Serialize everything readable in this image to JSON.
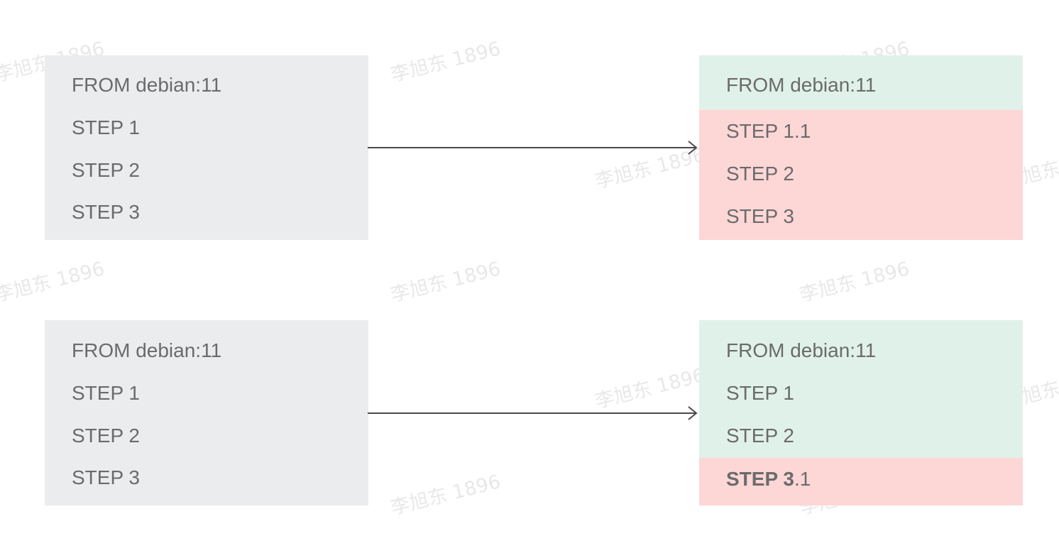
{
  "colors": {
    "left_box": "#ebecee",
    "cached_layer": "#e0f1e9",
    "rebuilt_layer": "#fdd6d6",
    "text": "#6b6b6b",
    "arrow": "#4a4a4a"
  },
  "diagram1": {
    "left": [
      "FROM debian:11",
      "STEP 1",
      "STEP 2",
      "STEP 3"
    ],
    "right_cached": [
      "FROM debian:11"
    ],
    "right_rebuilt": [
      "STEP 1.1",
      "STEP 2",
      "STEP 3"
    ]
  },
  "diagram2": {
    "left": [
      "FROM debian:11",
      "STEP 1",
      "STEP 2",
      "STEP 3"
    ],
    "right_cached": [
      "FROM debian:11",
      "STEP 1",
      "STEP 2"
    ],
    "right_rebuilt_bold": "STEP 3",
    "right_rebuilt_suffix": ".1"
  },
  "watermark": "李旭东 1896"
}
